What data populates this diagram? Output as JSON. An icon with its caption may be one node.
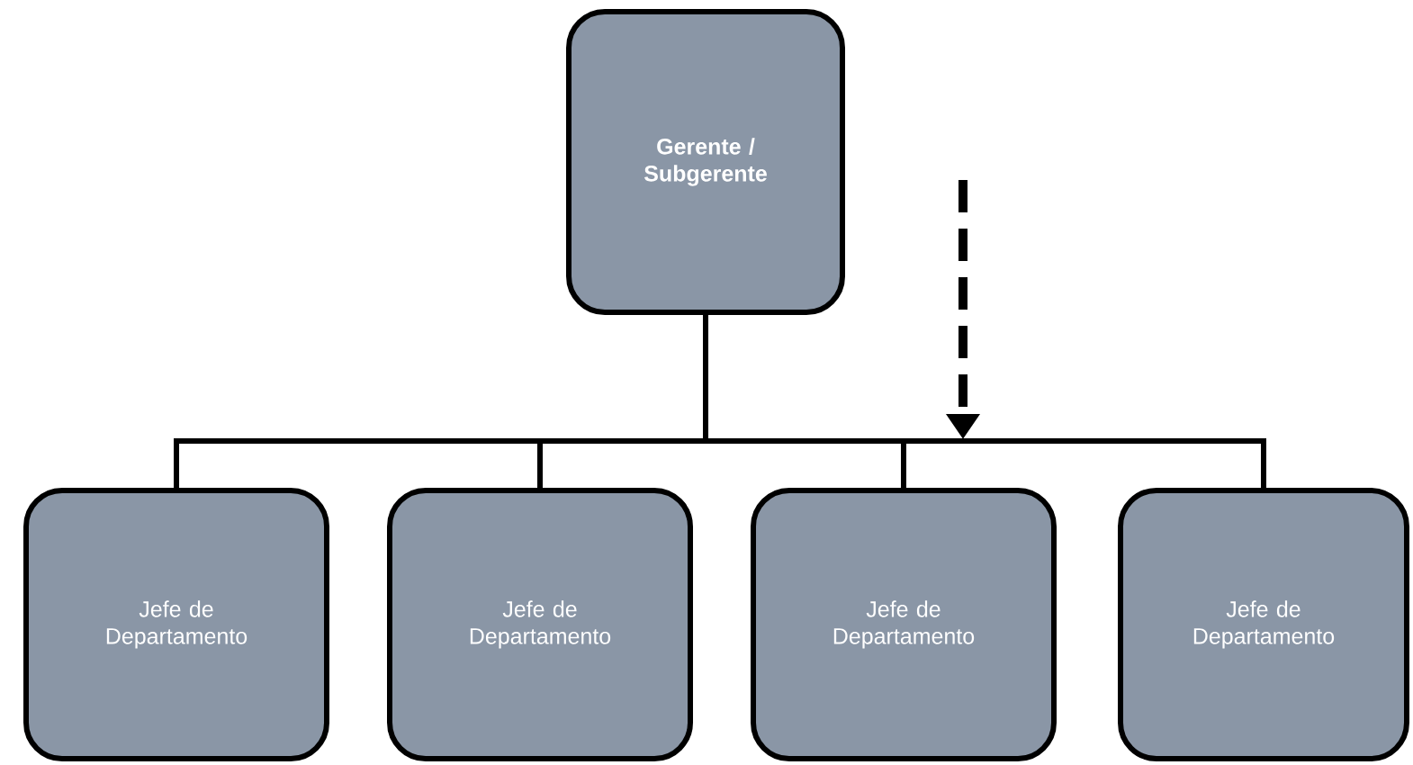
{
  "diagram": {
    "nodes": [
      {
        "text": [
          "Gerente / Subgerente"
        ]
      },
      {
        "text": [
          "Jefe de Departamento"
        ]
      },
      {
        "text": [
          "Jefe de Departamento"
        ]
      },
      {
        "text": [
          "Jefe de Departamento"
        ]
      },
      {
        "text": [
          "Jefe de Departamento"
        ]
      }
    ],
    "edges": [
      {
        "from": 0,
        "to": 1,
        "arrow": "none"
      },
      {
        "from": 0,
        "to": 2,
        "arrow": "none"
      },
      {
        "from": 0,
        "to": 3,
        "arrow": "none"
      },
      {
        "from": 0,
        "to": 4,
        "arrow": "none"
      }
    ]
  }
}
